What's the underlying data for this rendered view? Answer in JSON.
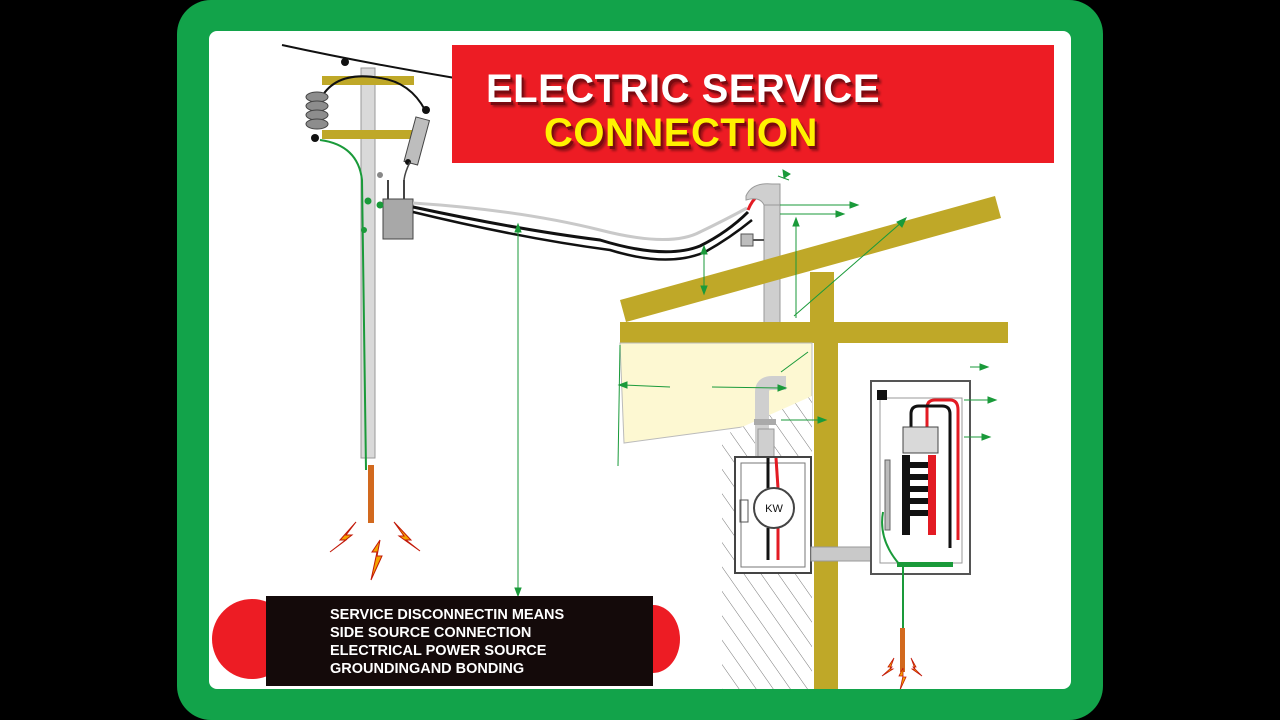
{
  "title": {
    "line1": "ELECTRIC SERVICE",
    "line2": "CONNECTION"
  },
  "meter_label": "KW",
  "legend": {
    "items": [
      "SERVICE DISCONNECTIN MEANS",
      "SIDE SOURCE CONNECTION",
      "ELECTRICAL POWER SOURCE",
      "GROUNDINGAND BONDING"
    ]
  },
  "colors": {
    "frame": "#12a34a",
    "title_bg": "#ed1c24",
    "title_line1": "#ffffff",
    "title_line2": "#fff200",
    "wood": "#bfa828",
    "soffit": "#fdf8d2",
    "conduit": "#c9c9c9",
    "pole": "#d3d3d3",
    "leader_lines": "#1a9a3a",
    "hot_wire": "#e31b23",
    "neutral_wire": "#111111",
    "ground_rod": "#d2691e",
    "spark": "#f5a300"
  },
  "icons": [
    "utility-pole",
    "pole-transformer",
    "insulator",
    "fuse-cutout",
    "service-mast",
    "kwh-meter",
    "breaker-panel",
    "ground-rod",
    "spark-icon"
  ]
}
